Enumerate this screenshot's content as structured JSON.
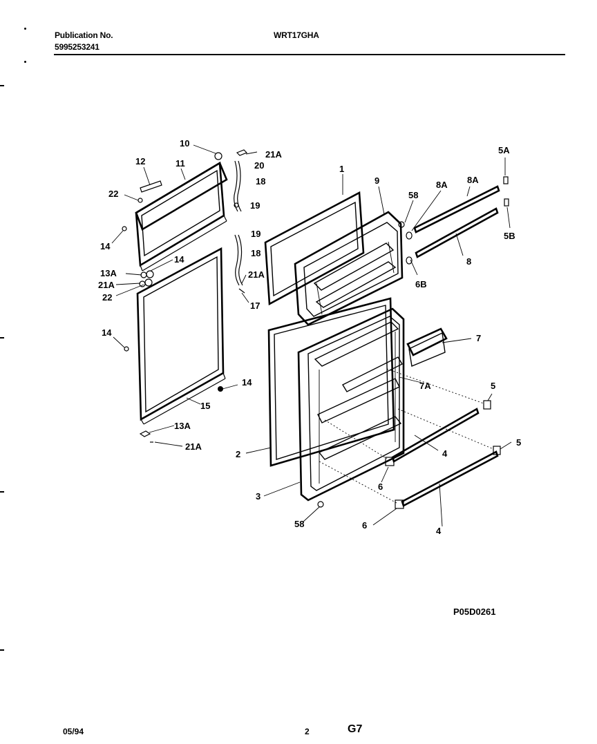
{
  "header": {
    "publication_label": "Publication No.",
    "publication_number": "5995253241",
    "model": "WRT17GHA"
  },
  "diagram": {
    "callouts": [
      "10",
      "12",
      "11",
      "21A",
      "20",
      "22",
      "18",
      "19",
      "14",
      "13A",
      "14",
      "21A",
      "22",
      "19",
      "18",
      "21A",
      "17",
      "14",
      "14",
      "15",
      "13A",
      "21A",
      "1",
      "9",
      "58",
      "8A",
      "8A",
      "5A",
      "5B",
      "8",
      "6B",
      "7",
      "7A",
      "5",
      "4",
      "5",
      "2",
      "6",
      "3",
      "6",
      "4",
      "58"
    ],
    "drawing_code": "P05D0261"
  },
  "footer": {
    "date": "05/94",
    "page": "2",
    "section": "G7"
  }
}
